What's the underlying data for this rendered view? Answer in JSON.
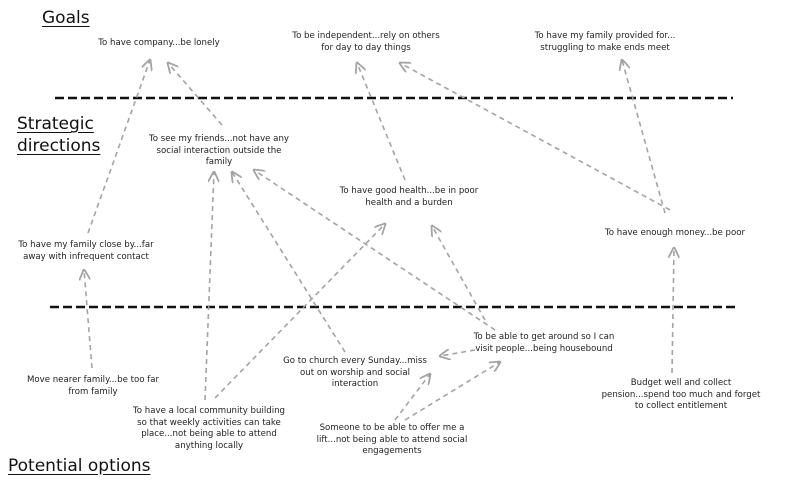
{
  "headings": {
    "goals": "Goals",
    "strategic_line1": "Strategic",
    "strategic_line2": "directions",
    "options": "Potential options"
  },
  "nodes": {
    "company": "To have company...be lonely",
    "independent": "To be independent...rely on others\nfor day to day things",
    "provided": "To have my family provided for...\nstruggling to make ends meet",
    "friends": "To see my friends...not have any\nsocial interaction outside the\nfamily",
    "health": "To have good health...be in poor\nhealth and a burden",
    "family_close": "To have my family close by...far\naway with infrequent contact",
    "money": "To have enough money...be poor",
    "get_around": "To be able to get around so I can\nvisit people...being housebound",
    "church": "Go to church every Sunday...miss\nout on worship and social\ninteraction",
    "move_nearer": "Move nearer family...be too far\nfrom family",
    "community": "To have a local community building\nso that weekly activities can take\nplace...not being able to attend\nanything locally",
    "lift": "Someone to be able to offer me a\nlift...not being able to attend social\nengagements",
    "budget": "Budget well and collect\npension...spend too much and forget\nto collect entitlement"
  },
  "colors": {
    "divider": "#111111",
    "arrow": "#a3a3a3",
    "text": "#222222"
  }
}
